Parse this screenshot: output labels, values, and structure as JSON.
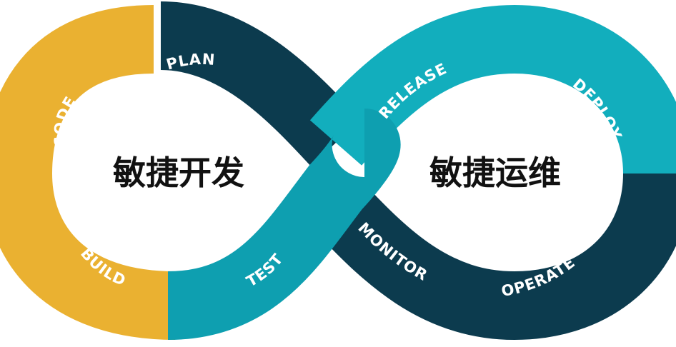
{
  "diagram": {
    "left_center": "敏捷开发",
    "right_center": "敏捷运维",
    "segments": {
      "plan": "PLAN",
      "code": "CODE",
      "build": "BUILD",
      "test": "TEST",
      "release": "RELEASE",
      "deploy": "DEPLOY",
      "operate": "OPERATE",
      "monitor": "MONITOR"
    }
  },
  "colors": {
    "navy": "#0c3b4e",
    "gold": "#eab131",
    "teal": "#12aebd",
    "teal_dark": "#0e9fb0",
    "white": "#ffffff"
  }
}
